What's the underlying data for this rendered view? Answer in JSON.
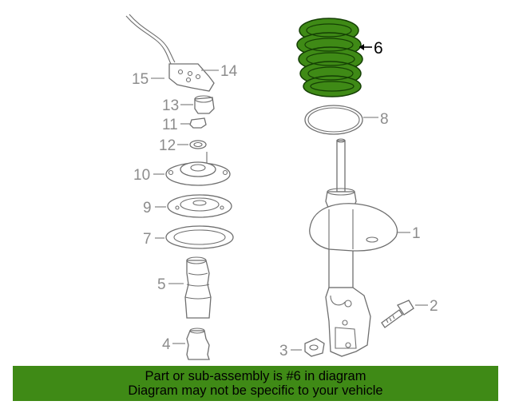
{
  "diagram": {
    "callouts": [
      "1",
      "2",
      "3",
      "4",
      "5",
      "6",
      "7",
      "8",
      "9",
      "10",
      "11",
      "12",
      "13",
      "14",
      "15"
    ],
    "highlighted_callout": "6",
    "colors": {
      "highlight": "#3f8a16",
      "line": "#6f6f6f",
      "callout": "#8c8c8c"
    }
  },
  "banner": {
    "line1": "Part or sub-assembly is #6 in diagram",
    "line2": "Diagram may not be specific to your vehicle"
  }
}
